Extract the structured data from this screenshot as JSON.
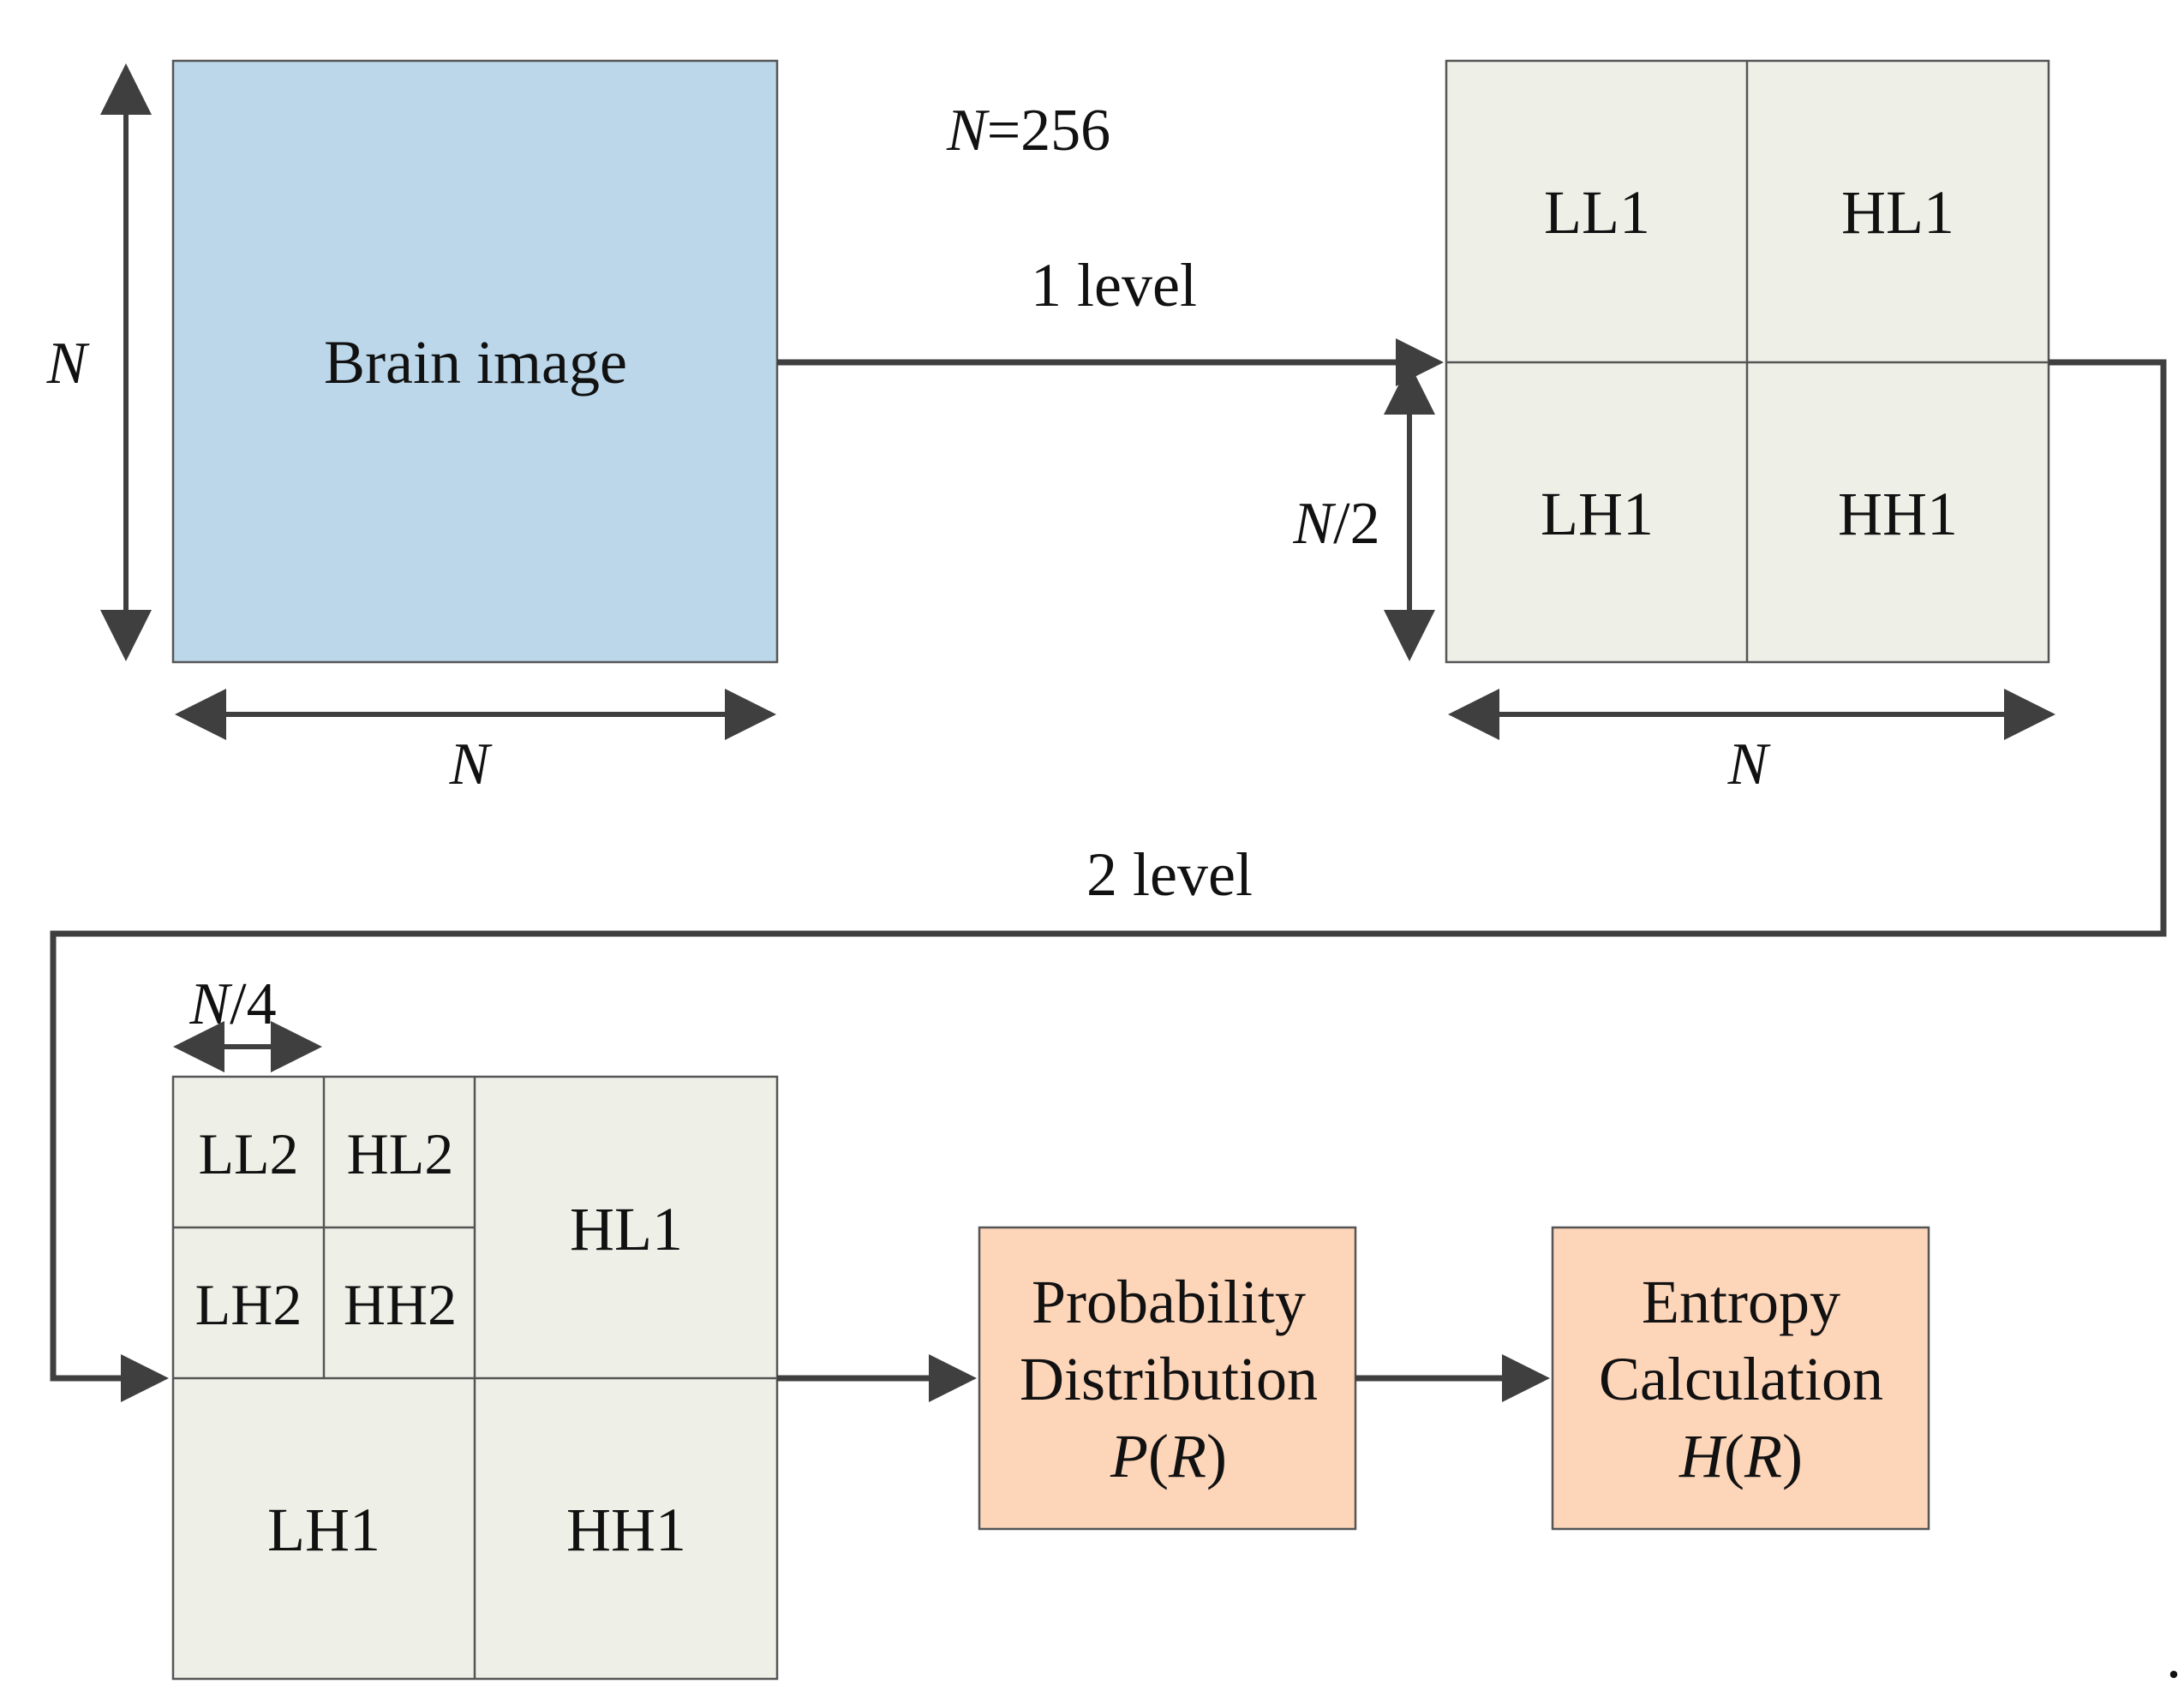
{
  "colors": {
    "brain_fill": "#bcd7ea",
    "subband_fill": "#eef0e8",
    "process_fill": "#fdd5b9",
    "line": "#3f3f3f",
    "border": "#555555",
    "text": "#111111"
  },
  "n_value": {
    "var": "N",
    "rest": "=256"
  },
  "brain": {
    "label": "Brain image"
  },
  "dims": {
    "n": "N",
    "half_var": "N",
    "half_rest": "/2",
    "quarter_var": "N",
    "quarter_rest": "/4"
  },
  "level1": {
    "label": "1 level",
    "ll": "LL1",
    "hl": "HL1",
    "lh": "LH1",
    "hh": "HH1"
  },
  "level2": {
    "label": "2 level",
    "ll2": "LL2",
    "hl2": "HL2",
    "lh2": "LH2",
    "hh2": "HH2",
    "hl1": "HL1",
    "lh1": "LH1",
    "hh1": "HH1"
  },
  "probability": {
    "line1": "Probability",
    "line2": "Distribution",
    "f_var": "P",
    "f_open": "(",
    "f_arg": "R",
    "f_close": ")"
  },
  "entropy": {
    "line1": "Entropy",
    "line2": "Calculation",
    "f_var": "H",
    "f_open": "(",
    "f_arg": "R",
    "f_close": ")"
  },
  "footnote": "."
}
